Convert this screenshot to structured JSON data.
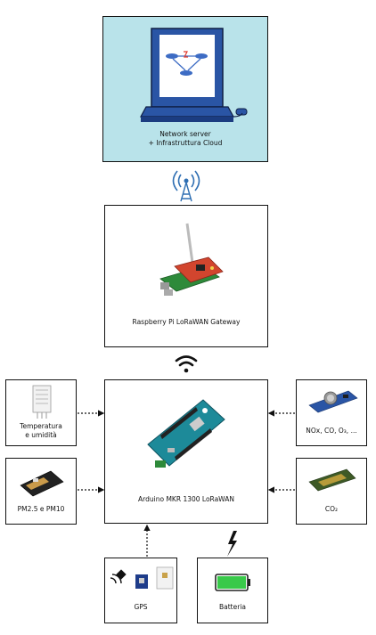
{
  "server": {
    "line1": "Network server",
    "line2": "+ Infrastruttura Cloud"
  },
  "gateway": {
    "label": "Raspberry Pi LoRaWAN Gateway"
  },
  "arduino": {
    "label": "Arduino MKR 1300 LoRaWAN"
  },
  "temp": {
    "line1": "Temperatura",
    "line2": "e umidità"
  },
  "pm": {
    "label": "PM2.5 e PM10"
  },
  "gas": {
    "label": "NOx, CO, O₃, ..."
  },
  "co2": {
    "label": "CO₂"
  },
  "gps": {
    "label": "GPS"
  },
  "battery": {
    "label": "Batteria"
  },
  "colors": {
    "server_bg": "#b9e3ea",
    "board_teal": "#1d8a99",
    "battery_green": "#39c94a",
    "gateway_red": "#d2452e"
  }
}
